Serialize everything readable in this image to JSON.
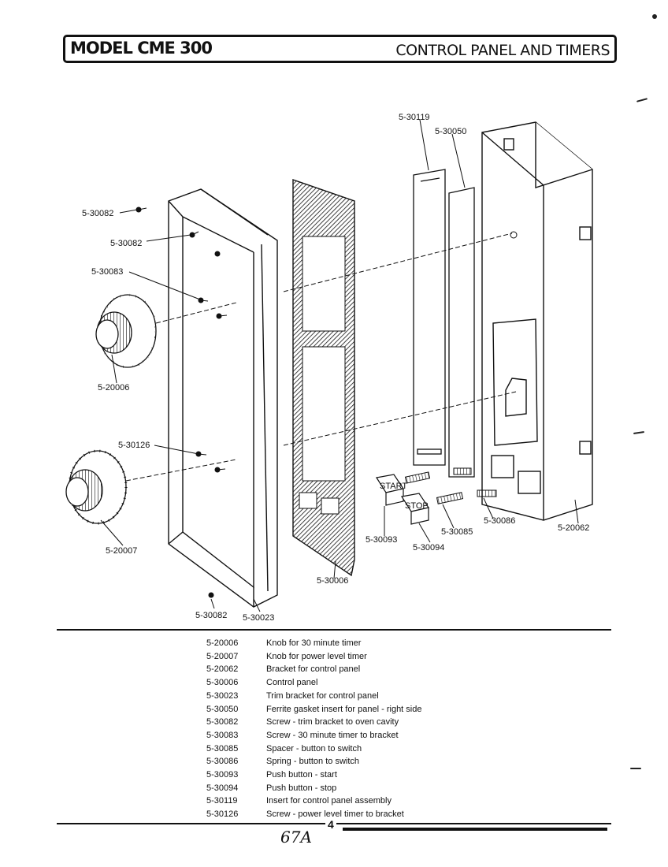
{
  "header": {
    "model": "MODEL CME 300",
    "section": "CONTROL PANEL AND TIMERS"
  },
  "callouts": {
    "c5_30082_a": "5-30082",
    "c5_30082_b": "5-30082",
    "c5_30083": "5-30083",
    "c5_20006": "5-20006",
    "c5_30126": "5-30126",
    "c5_20007": "5-20007",
    "c5_30082_c": "5-30082",
    "c5_30023": "5-30023",
    "c5_30006": "5-30006",
    "c5_30093": "5-30093",
    "c5_30094": "5-30094",
    "c5_30085": "5-30085",
    "c5_30086": "5-30086",
    "c5_20062": "5-20062",
    "c5_30119": "5-30119",
    "c5_30050": "5-30050",
    "start_text": "START",
    "stop_text": "STOP"
  },
  "parts": [
    {
      "number": "5-20006",
      "description": "Knob for 30 minute timer"
    },
    {
      "number": "5-20007",
      "description": "Knob for power level timer"
    },
    {
      "number": "5-20062",
      "description": "Bracket for control panel"
    },
    {
      "number": "5-30006",
      "description": "Control panel"
    },
    {
      "number": "5-30023",
      "description": "Trim bracket for control panel"
    },
    {
      "number": "5-30050",
      "description": "Ferrite gasket insert for panel - right side"
    },
    {
      "number": "5-30082",
      "description": "Screw - trim bracket to oven cavity"
    },
    {
      "number": "5-30083",
      "description": "Screw - 30 minute timer to bracket"
    },
    {
      "number": "5-30085",
      "description": "Spacer - button to switch"
    },
    {
      "number": "5-30086",
      "description": "Spring - button to switch"
    },
    {
      "number": "5-30093",
      "description": "Push button - start"
    },
    {
      "number": "5-30094",
      "description": "Push button - stop"
    },
    {
      "number": "5-30119",
      "description": "Insert for control panel assembly"
    },
    {
      "number": "5-30126",
      "description": "Screw - power level timer to bracket"
    }
  ],
  "footer": {
    "page_number": "4",
    "handwriting": "67A"
  }
}
